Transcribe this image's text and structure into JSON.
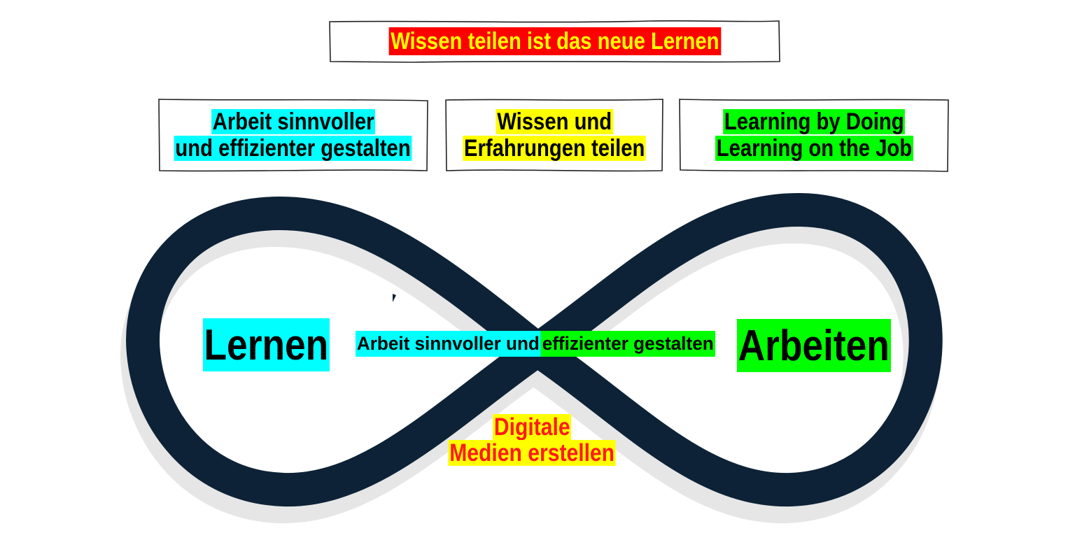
{
  "title": {
    "text": "Wissen teilen ist das neue Lernen",
    "bg": "#ff0000",
    "color": "#ffff00"
  },
  "boxes": [
    {
      "lines": [
        "Arbeit sinnvoller",
        "und effizienter gestalten"
      ],
      "bg": "#00ffff"
    },
    {
      "lines": [
        "Wissen und",
        "Erfahrungen teilen"
      ],
      "bg": "#ffff00"
    },
    {
      "lines": [
        "Learning by Doing",
        "Learning on the Job"
      ],
      "bg": "#00ff00"
    }
  ],
  "loop": {
    "left_label": "Lernen",
    "left_bg": "#00ffff",
    "right_label": "Arbeiten",
    "right_bg": "#00ff00",
    "center_part1": "Arbeit sinnvoller und",
    "center_part1_bg": "#00ffff",
    "center_part2": "effizienter gestalten",
    "center_part2_bg": "#00ff00",
    "bottom_lines": [
      "Digitale",
      "Medien erstellen"
    ],
    "bottom_bg": "#ffff00",
    "bottom_color": "#ff1a1a",
    "stroke_color": "#0d2236"
  }
}
